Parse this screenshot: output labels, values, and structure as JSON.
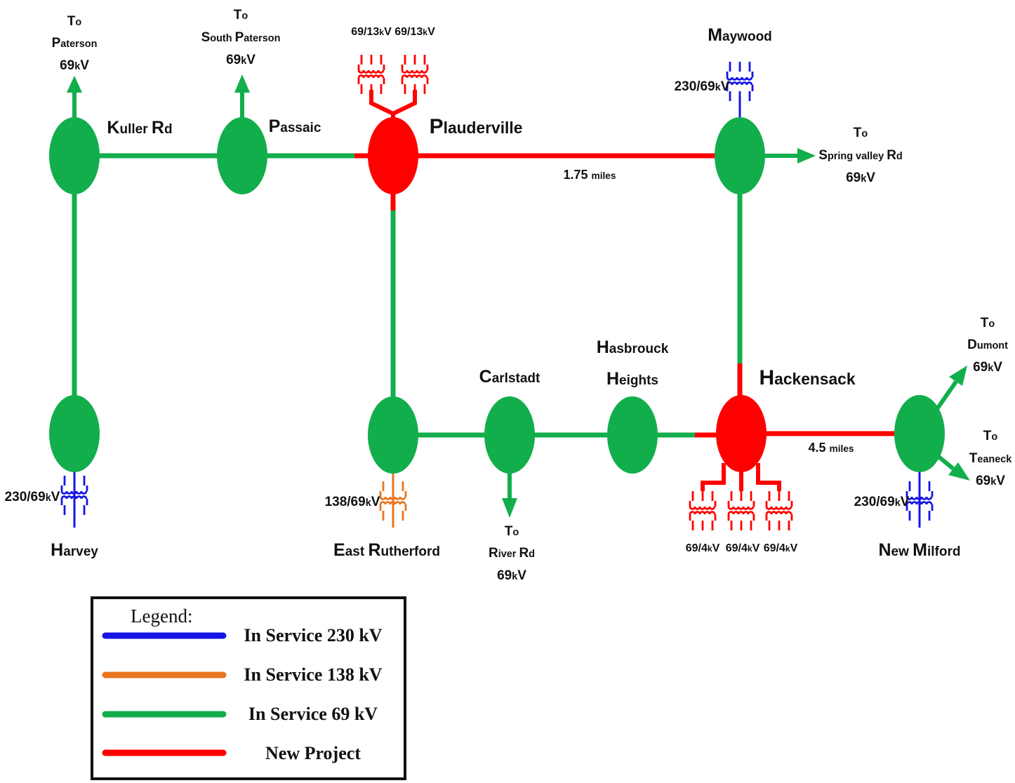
{
  "colors": {
    "kv230": "#1515e6",
    "kv138": "#e8761e",
    "kv69": "#12ae4c",
    "new_project": "#ff0000",
    "text": "#111111"
  },
  "stations": {
    "kuller_rd": [
      "K",
      "uller ",
      "R",
      "d"
    ],
    "passaic": [
      "P",
      "assaic"
    ],
    "plauderville": [
      "P",
      "lauderville"
    ],
    "maywood": [
      "M",
      "aywood"
    ],
    "harvey": [
      "H",
      "arvey"
    ],
    "east_rutherford": [
      "E",
      "ast ",
      "R",
      "utherford"
    ],
    "carlstadt": [
      "C",
      "arlstadt"
    ],
    "hasbrouck_line1": [
      "H",
      "asbrouck"
    ],
    "hasbrouck_line2": [
      "H",
      "eights"
    ],
    "hackensack": [
      "H",
      "ackensack"
    ],
    "new_milford": [
      "N",
      "ew ",
      "M",
      "ilford"
    ]
  },
  "destinations": {
    "to": [
      "T",
      "o"
    ],
    "paterson": [
      "P",
      "aterson"
    ],
    "south_paterson": [
      "S",
      "outh ",
      "P",
      "aterson"
    ],
    "spring_valley_rd": [
      "S",
      "pring valley ",
      "R",
      "d"
    ],
    "dumont": [
      "D",
      "umont"
    ],
    "teaneck": [
      "T",
      "eaneck"
    ],
    "river_rd": [
      "R",
      "iver ",
      "R",
      "d"
    ],
    "kv69": [
      "69",
      "k",
      "V"
    ]
  },
  "transformers": {
    "t230_69": [
      "230/69",
      "k",
      "V"
    ],
    "t138_69": [
      "138/69",
      "k",
      "V"
    ],
    "t69_13": [
      "69/13",
      "k",
      "V"
    ],
    "t69_4": [
      "69/4",
      "k",
      "V"
    ]
  },
  "distances": {
    "plauderville_maywood": [
      "1.75 ",
      "miles"
    ],
    "hackensack_new_milford": [
      "4.5 ",
      "miles"
    ]
  },
  "legend": {
    "title": "Legend:",
    "items": [
      {
        "label": "In Service 230 kV",
        "color": "#1515e6"
      },
      {
        "label": "In Service 138 kV",
        "color": "#e8761e"
      },
      {
        "label": "In Service 69 kV",
        "color": "#12ae4c"
      },
      {
        "label": "New Project",
        "color": "#ff0000"
      }
    ]
  }
}
